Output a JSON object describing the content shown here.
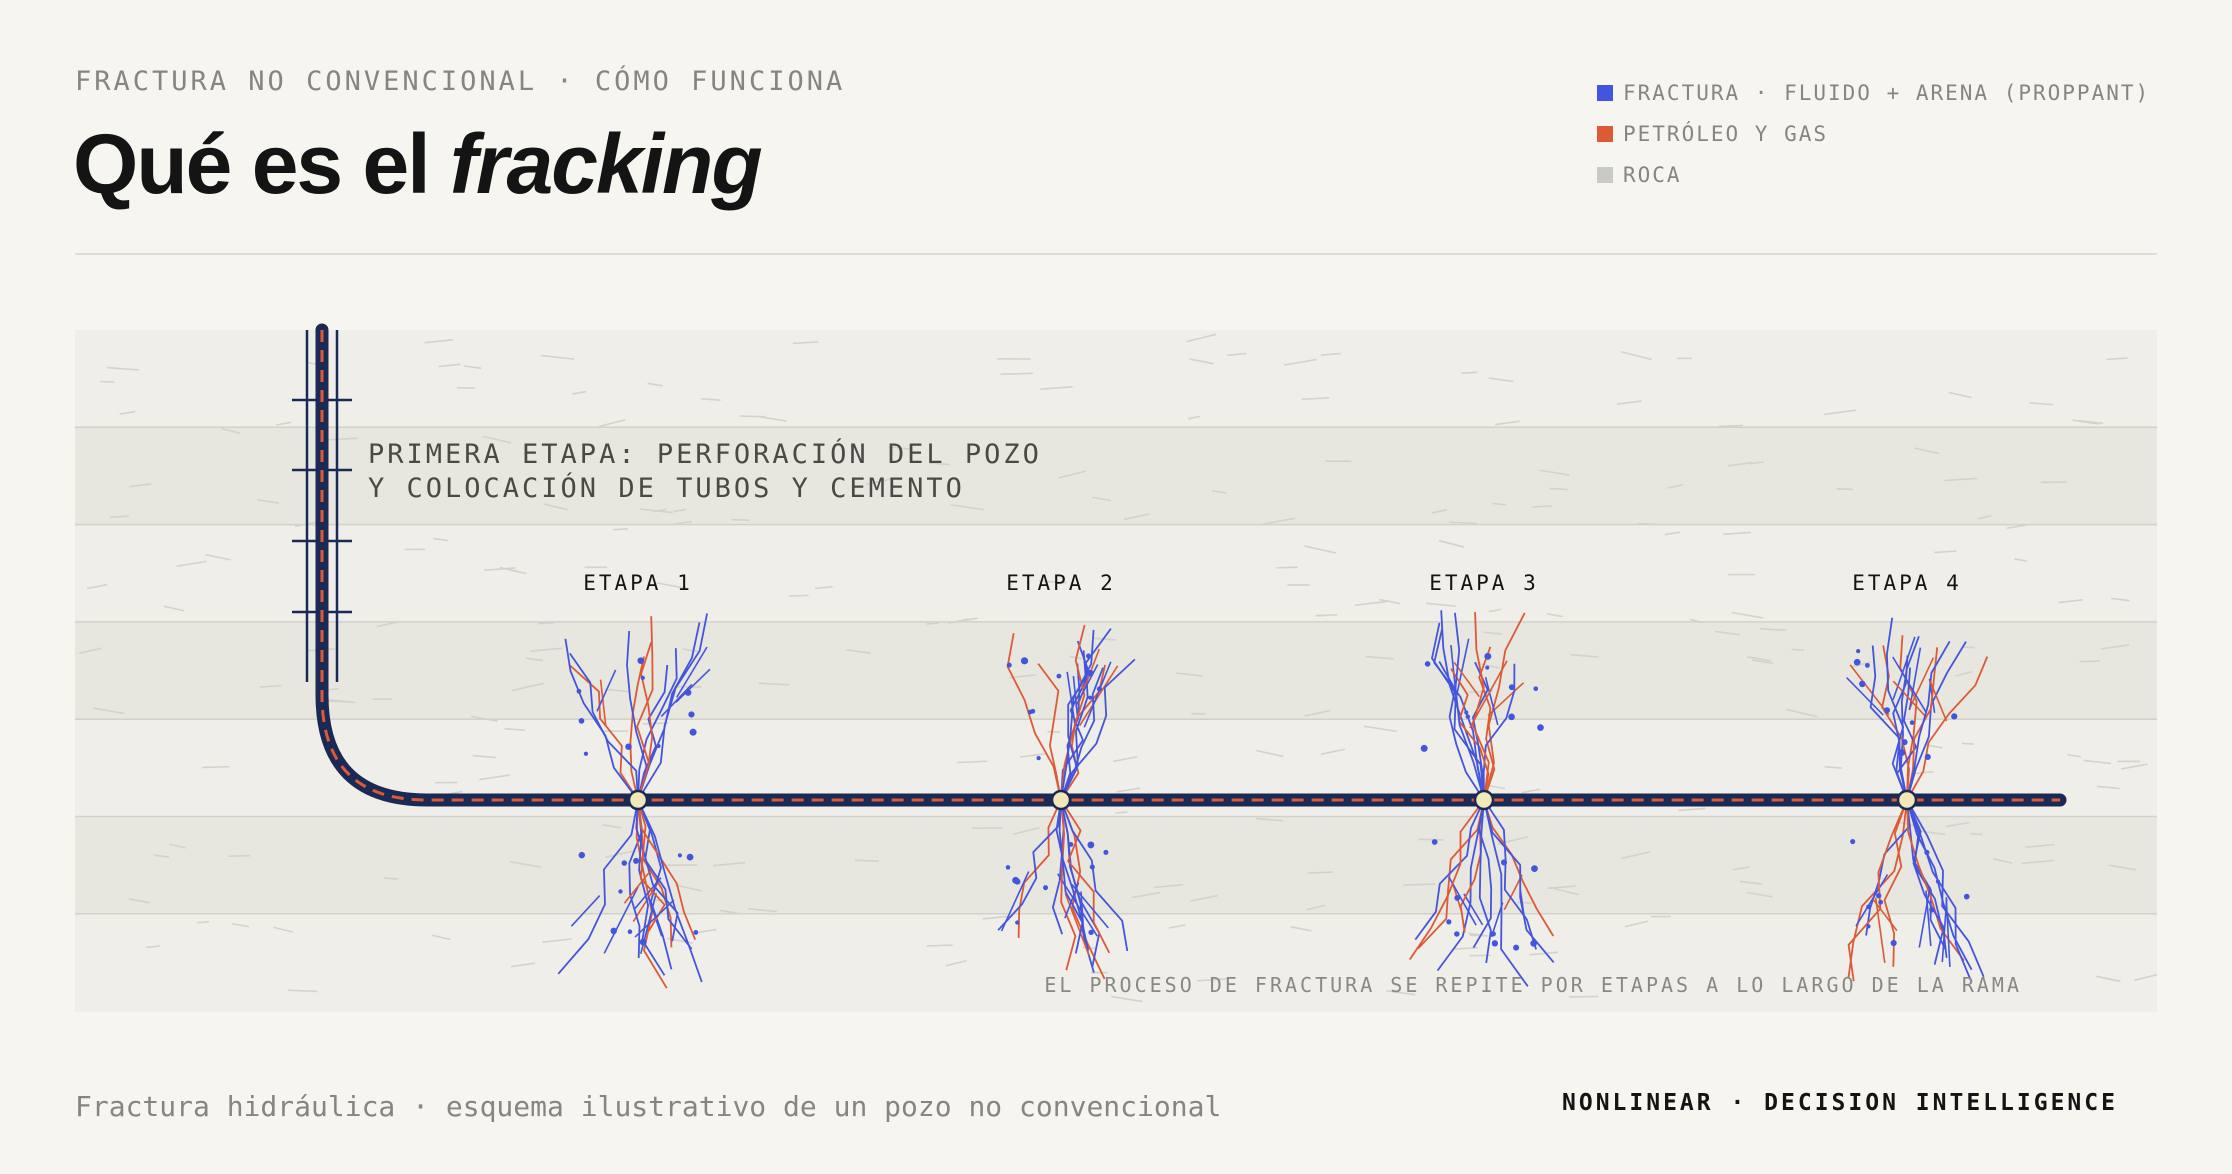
{
  "header": {
    "kicker": "FRACTURA NO CONVENCIONAL · CÓMO FUNCIONA",
    "title_plain": "Qué es el ",
    "title_italic": "fracking"
  },
  "legend": [
    {
      "label": "FRACTURA · FLUIDO + ARENA (PROPPANT)",
      "color": "#4455dd"
    },
    {
      "label": "PETRÓLEO Y GAS",
      "color": "#dc5a35"
    },
    {
      "label": "ROCA",
      "color": "#cacac4"
    }
  ],
  "diagram": {
    "first_stage_line1": "PRIMERA ETAPA: PERFORACIÓN DEL POZO",
    "first_stage_line2": "Y COLOCACIÓN DE TUBOS Y CEMENTO",
    "stages": [
      "ETAPA 1",
      "ETAPA 2",
      "ETAPA 3",
      "ETAPA 4"
    ],
    "process_note": "EL PROCESO DE FRACTURA SE REPITE POR ETAPAS A LO LARGO DE LA RAMA"
  },
  "colors": {
    "fracture": "#4455dd",
    "oil_gas": "#dc5a35",
    "rock_light": "#efeee8",
    "rock_dark": "#e7e6df",
    "pipe": "#1b2a55"
  },
  "footer": {
    "caption": "Fractura hidráulica · esquema ilustrativo de un pozo no convencional",
    "brand": "NONLINEAR · DECISION INTELLIGENCE"
  }
}
